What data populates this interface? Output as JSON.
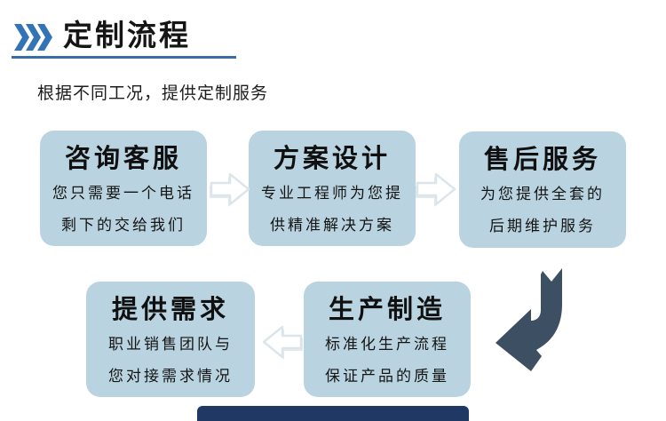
{
  "header": {
    "title": "定制流程",
    "subtitle": "根据不同工况，提供定制服务",
    "chevrons_icon": "triple-chevron-right",
    "chevron_color": "#3274b5",
    "underline_color": "#3a6da8",
    "title_color": "#151515"
  },
  "flow": {
    "box_fill": "#b9d3e0",
    "outline_arrow_color": "#dce6ea",
    "bend_arrow_color": "#3c4f63",
    "steps": [
      {
        "title": "咨询客服",
        "line1": "您只需要一个电话",
        "line2": "剩下的交给我们"
      },
      {
        "title": "方案设计",
        "line1": "专业工程师为您提",
        "line2": "供精准解决方案"
      },
      {
        "title": "售后服务",
        "line1": "为您提供全套的",
        "line2": "后期维护服务"
      },
      {
        "title": "提供需求",
        "line1": "职业销售团队与",
        "line2": "您对接需求情况"
      },
      {
        "title": "生产制造",
        "line1": "标准化生产流程",
        "line2": "保证产品的质量"
      }
    ],
    "connectors": [
      "right",
      "right",
      "bend-down-left",
      "left"
    ]
  },
  "footer": {
    "next_section_bar_color": "#1f3864"
  }
}
